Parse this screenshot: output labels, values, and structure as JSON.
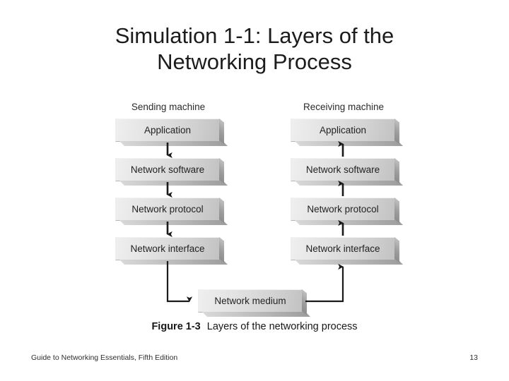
{
  "slide": {
    "title_line1": "Simulation 1-1: Layers of the",
    "title_line2": "Networking Process"
  },
  "figure": {
    "columns": [
      {
        "header": "Sending machine",
        "direction": "down"
      },
      {
        "header": "Receiving machine",
        "direction": "up"
      }
    ],
    "layers": [
      "Application",
      "Network software",
      "Network protocol",
      "Network interface"
    ],
    "sending": {
      "header": "Sending machine",
      "boxes": [
        "Application",
        "Network software",
        "Network protocol",
        "Network interface"
      ]
    },
    "receiving": {
      "header": "Receiving machine",
      "boxes": [
        "Application",
        "Network software",
        "Network protocol",
        "Network interface"
      ]
    },
    "medium_box": "Network medium",
    "caption_number": "Figure 1-3",
    "caption_text": "Layers of the networking process"
  },
  "footer": {
    "source": "Guide to Networking Essentials, Fifth Edition",
    "page_number": "13"
  },
  "colors": {
    "background": "#ffffff",
    "text": "#1c1c1c",
    "box_face_light": "#efefef",
    "box_face_dark": "#c2c2c2",
    "box_border": "#b4b4b4",
    "box_shadow": "#8e8e8e",
    "connector": "#1a1a1a"
  }
}
